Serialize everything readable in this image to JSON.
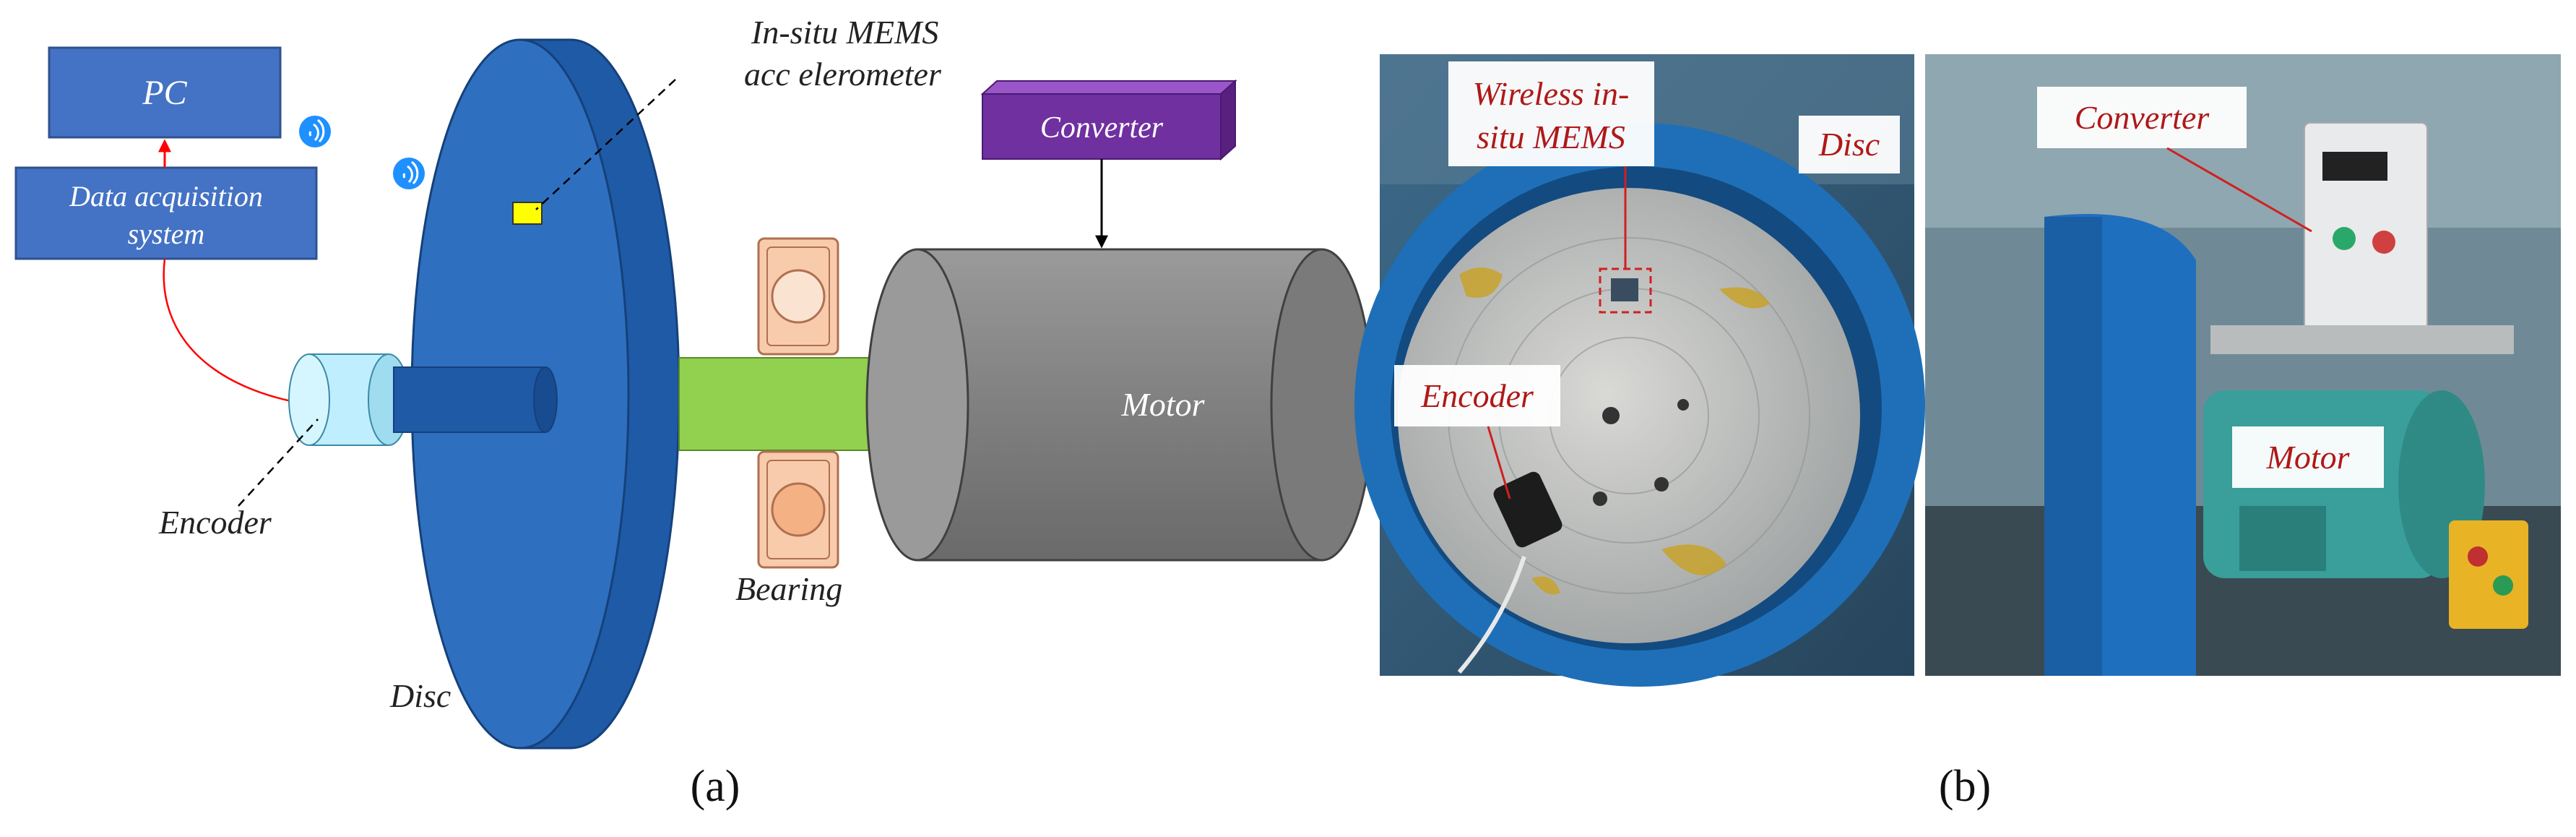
{
  "schematic": {
    "pc_label": "PC",
    "daq_label_line1": "Data acquisition",
    "daq_label_line2": "system",
    "mems_label_line1": "In-situ MEMS",
    "mems_label_line2": "acc elerometer",
    "converter_label": "Converter",
    "motor_label": "Motor",
    "encoder_label": "Encoder",
    "bearing_label": "Bearing",
    "disc_label": "Disc",
    "caption": "(a)",
    "wifi_icons": [
      "wifi-icon",
      "wifi-icon"
    ]
  },
  "photo": {
    "callouts": {
      "wireless_line1": "Wireless in-",
      "wireless_line2": "situ MEMS",
      "disc": "Disc",
      "encoder": "Encoder",
      "converter": "Converter",
      "motor": "Motor"
    },
    "caption": "(b)"
  },
  "colors": {
    "disc_blue": "#2f6fbf",
    "box_blue": "#4472c4",
    "shaft_green": "#92d050",
    "motor_gray": "#7f7f7f",
    "converter_purple": "#7030a0",
    "bearing_peach": "#f4b183",
    "mems_yellow": "#ffff00",
    "signal_red": "#ff0000"
  }
}
